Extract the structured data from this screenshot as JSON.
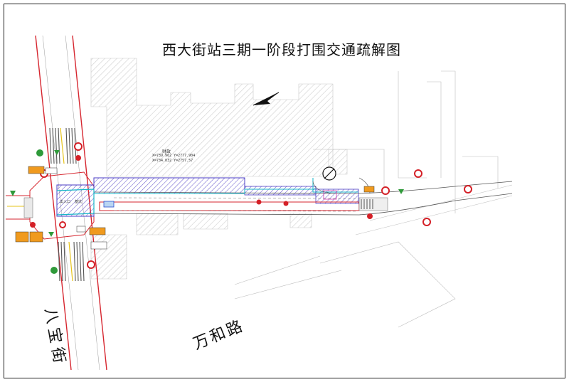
{
  "title": "西大街站三期一阶段打围交通疏解图",
  "roads": {
    "north_south": "八宝街",
    "southeast": "万和路"
  },
  "annotations": {
    "building_label": "财政",
    "coord_line_1": "X=739.962  Y=2777.904",
    "coord_line_2": "X=734.032  Y=2757.57",
    "box_label_1": "基坑",
    "box_label_2": "出入口"
  },
  "colors": {
    "road_red": "#d6262f",
    "hatch_purple": "#4b3cc4",
    "fence_cyan": "#17b7c8",
    "sign_red": "#d42027",
    "sign_orange": "#f09a1e",
    "sign_green": "#2f9a3a",
    "building_gray": "#c9c9c9"
  }
}
